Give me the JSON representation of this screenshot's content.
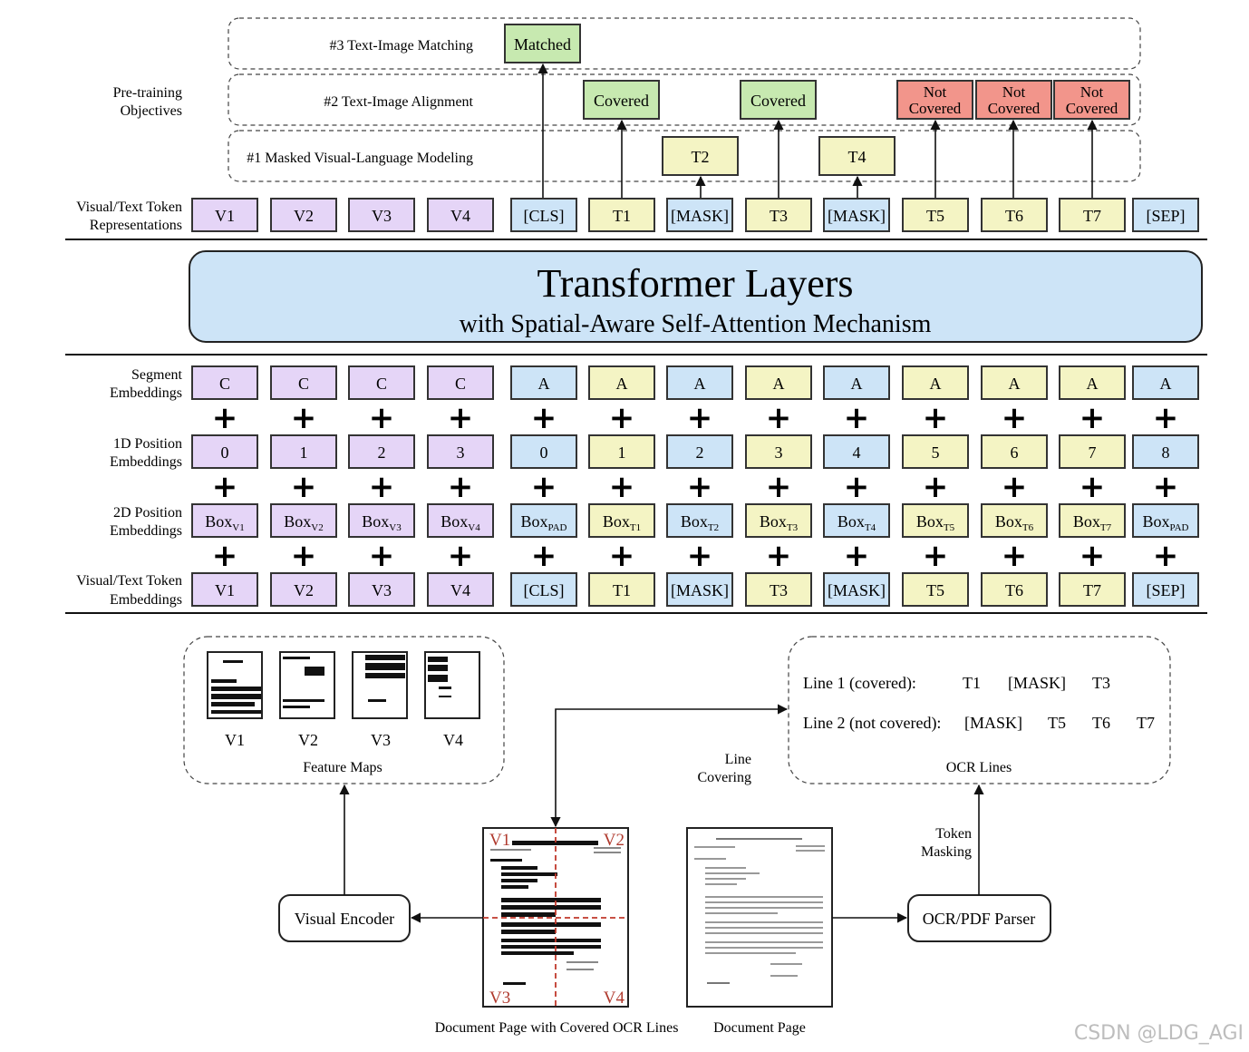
{
  "colors": {
    "purple": "#e5d5f7",
    "blue": "#cde4f7",
    "yellow": "#f4f4c4",
    "green": "#c7e9b0",
    "red": "#f2958b",
    "transformer": "#cde4f7",
    "border": "#333333",
    "grid_red": "#c0392b"
  },
  "objectives": {
    "group_label": [
      "Pre-training",
      "Objectives"
    ],
    "rows": [
      {
        "label": "#3 Text-Image Matching"
      },
      {
        "label": "#2 Text-Image Alignment"
      },
      {
        "label": "#1 Masked Visual-Language Modeling"
      }
    ],
    "matched": "Matched",
    "covered": "Covered",
    "not_covered": [
      "Not",
      "Covered"
    ],
    "mlm_predictions": [
      "T2",
      "T4"
    ]
  },
  "top_tokens": {
    "label": [
      "Visual/Text Token",
      "Representations"
    ],
    "items": [
      "V1",
      "V2",
      "V3",
      "V4",
      "[CLS]",
      "T1",
      "[MASK]",
      "T3",
      "[MASK]",
      "T5",
      "T6",
      "T7",
      "[SEP]"
    ],
    "colors": [
      "purple",
      "purple",
      "purple",
      "purple",
      "blue",
      "yellow",
      "blue",
      "yellow",
      "blue",
      "yellow",
      "yellow",
      "yellow",
      "blue"
    ]
  },
  "transformer": {
    "title": "Transformer Layers",
    "subtitle": "with Spatial-Aware Self-Attention Mechanism"
  },
  "embeddings": {
    "segment": {
      "label": [
        "Segment",
        "Embeddings"
      ],
      "items": [
        "C",
        "C",
        "C",
        "C",
        "A",
        "A",
        "A",
        "A",
        "A",
        "A",
        "A",
        "A",
        "A"
      ]
    },
    "position_1d": {
      "label": [
        "1D Position",
        "Embeddings"
      ],
      "items": [
        "0",
        "1",
        "2",
        "3",
        "0",
        "1",
        "2",
        "3",
        "4",
        "5",
        "6",
        "7",
        "8"
      ]
    },
    "position_2d": {
      "label": [
        "2D Position",
        "Embeddings"
      ],
      "base": "Box",
      "subscripts": [
        "V1",
        "V2",
        "V3",
        "V4",
        "PAD",
        "T1",
        "T2",
        "T3",
        "T4",
        "T5",
        "T6",
        "T7",
        "PAD"
      ]
    },
    "token": {
      "label": [
        "Visual/Text Token",
        "Embeddings"
      ],
      "items": [
        "V1",
        "V2",
        "V3",
        "V4",
        "[CLS]",
        "T1",
        "[MASK]",
        "T3",
        "[MASK]",
        "T5",
        "T6",
        "T7",
        "[SEP]"
      ]
    },
    "plus": "+"
  },
  "bottom": {
    "feature_maps": {
      "caption": "Feature Maps",
      "labels": [
        "V1",
        "V2",
        "V3",
        "V4"
      ]
    },
    "ocr_lines": {
      "caption": "OCR Lines",
      "line1_label": "Line 1 (covered):",
      "line1_tokens": [
        "T1",
        "[MASK]",
        "T3"
      ],
      "line2_label": "Line 2 (not covered):",
      "line2_tokens": [
        "[MASK]",
        "T5",
        "T6",
        "T7"
      ]
    },
    "visual_encoder": "Visual Encoder",
    "ocr_parser": "OCR/PDF Parser",
    "line_covering": [
      "Line",
      "Covering"
    ],
    "token_masking": [
      "Token",
      "Masking"
    ],
    "doc_covered_caption": "Document Page with Covered OCR Lines",
    "doc_caption": "Document Page",
    "quadrants": [
      "V1",
      "V2",
      "V3",
      "V4"
    ]
  },
  "watermark": "CSDN @LDG_AGI"
}
